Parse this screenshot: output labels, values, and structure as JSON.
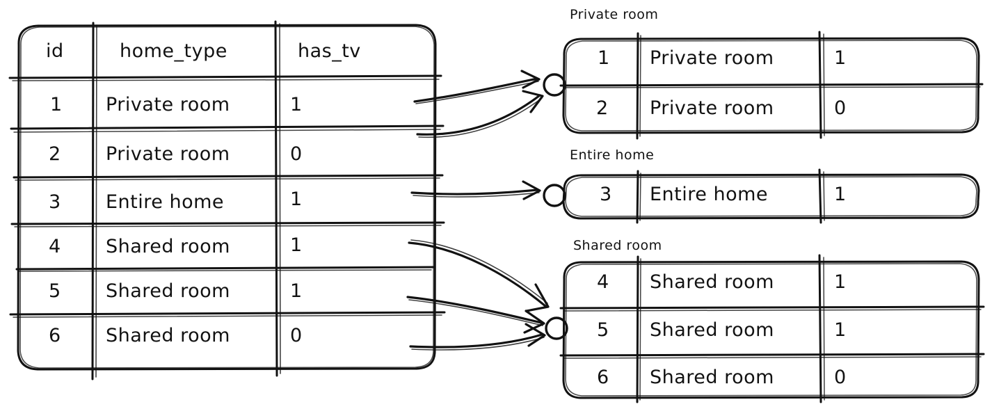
{
  "diagram": {
    "title_present": false,
    "style": {
      "stroke_color": "#121212",
      "background": "#ffffff",
      "text_color": "#121212"
    }
  },
  "source_table": {
    "name": "source-table",
    "columns": [
      "id",
      "home_type",
      "has_tv"
    ],
    "rows": [
      {
        "id": "1",
        "home_type": "Private room",
        "has_tv": "1"
      },
      {
        "id": "2",
        "home_type": "Private room",
        "has_tv": "0"
      },
      {
        "id": "3",
        "home_type": "Entire home",
        "has_tv": "1"
      },
      {
        "id": "4",
        "home_type": "Shared room",
        "has_tv": "1"
      },
      {
        "id": "5",
        "home_type": "Shared room",
        "has_tv": "1"
      },
      {
        "id": "6",
        "home_type": "Shared room",
        "has_tv": "0"
      }
    ]
  },
  "groups": [
    {
      "label": "Private room",
      "rows": [
        {
          "id": "1",
          "home_type": "Private room",
          "has_tv": "1"
        },
        {
          "id": "2",
          "home_type": "Private room",
          "has_tv": "0"
        }
      ]
    },
    {
      "label": "Entire home",
      "rows": [
        {
          "id": "3",
          "home_type": "Entire home",
          "has_tv": "1"
        }
      ]
    },
    {
      "label": "Shared room",
      "rows": [
        {
          "id": "4",
          "home_type": "Shared room",
          "has_tv": "1"
        },
        {
          "id": "5",
          "home_type": "Shared room",
          "has_tv": "1"
        },
        {
          "id": "6",
          "home_type": "Shared room",
          "has_tv": "0"
        }
      ]
    }
  ],
  "connectors": [
    {
      "from_row": "1",
      "to_group": "Private room"
    },
    {
      "from_row": "2",
      "to_group": "Private room"
    },
    {
      "from_row": "3",
      "to_group": "Entire home"
    },
    {
      "from_row": "4",
      "to_group": "Shared room"
    },
    {
      "from_row": "5",
      "to_group": "Shared room"
    },
    {
      "from_row": "6",
      "to_group": "Shared room"
    }
  ]
}
